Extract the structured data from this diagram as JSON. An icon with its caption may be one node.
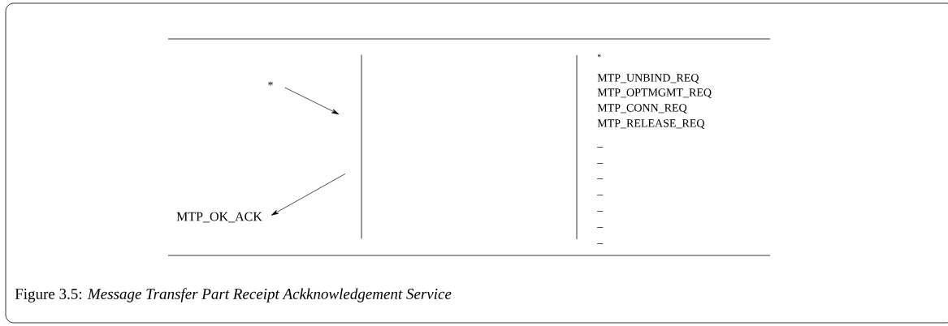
{
  "diagram": {
    "caption": "Figure 3.5: *Message Transfer Part Receipt Ackknowledgement Service*",
    "nodes": [
      {
        "text": [
          "*"
        ]
      },
      {
        "text": [
          "MTP_OK_ACK"
        ]
      },
      {
        "text": [],
        "shape": "bar"
      }
    ],
    "edges": [
      {
        "from": 0,
        "to": 2,
        "arrow": "to"
      },
      {
        "from": 2,
        "to": 1,
        "arrow": "to"
      }
    ],
    "labels": [
      "*",
      "MTP_UNBIND_REQ",
      "MTP_OPTMGMT_REQ",
      "MTP_CONN_REQ",
      "MTP_RELEASE_REQ",
      "–",
      "–",
      "–",
      "–",
      "–",
      "–",
      "–"
    ]
  }
}
